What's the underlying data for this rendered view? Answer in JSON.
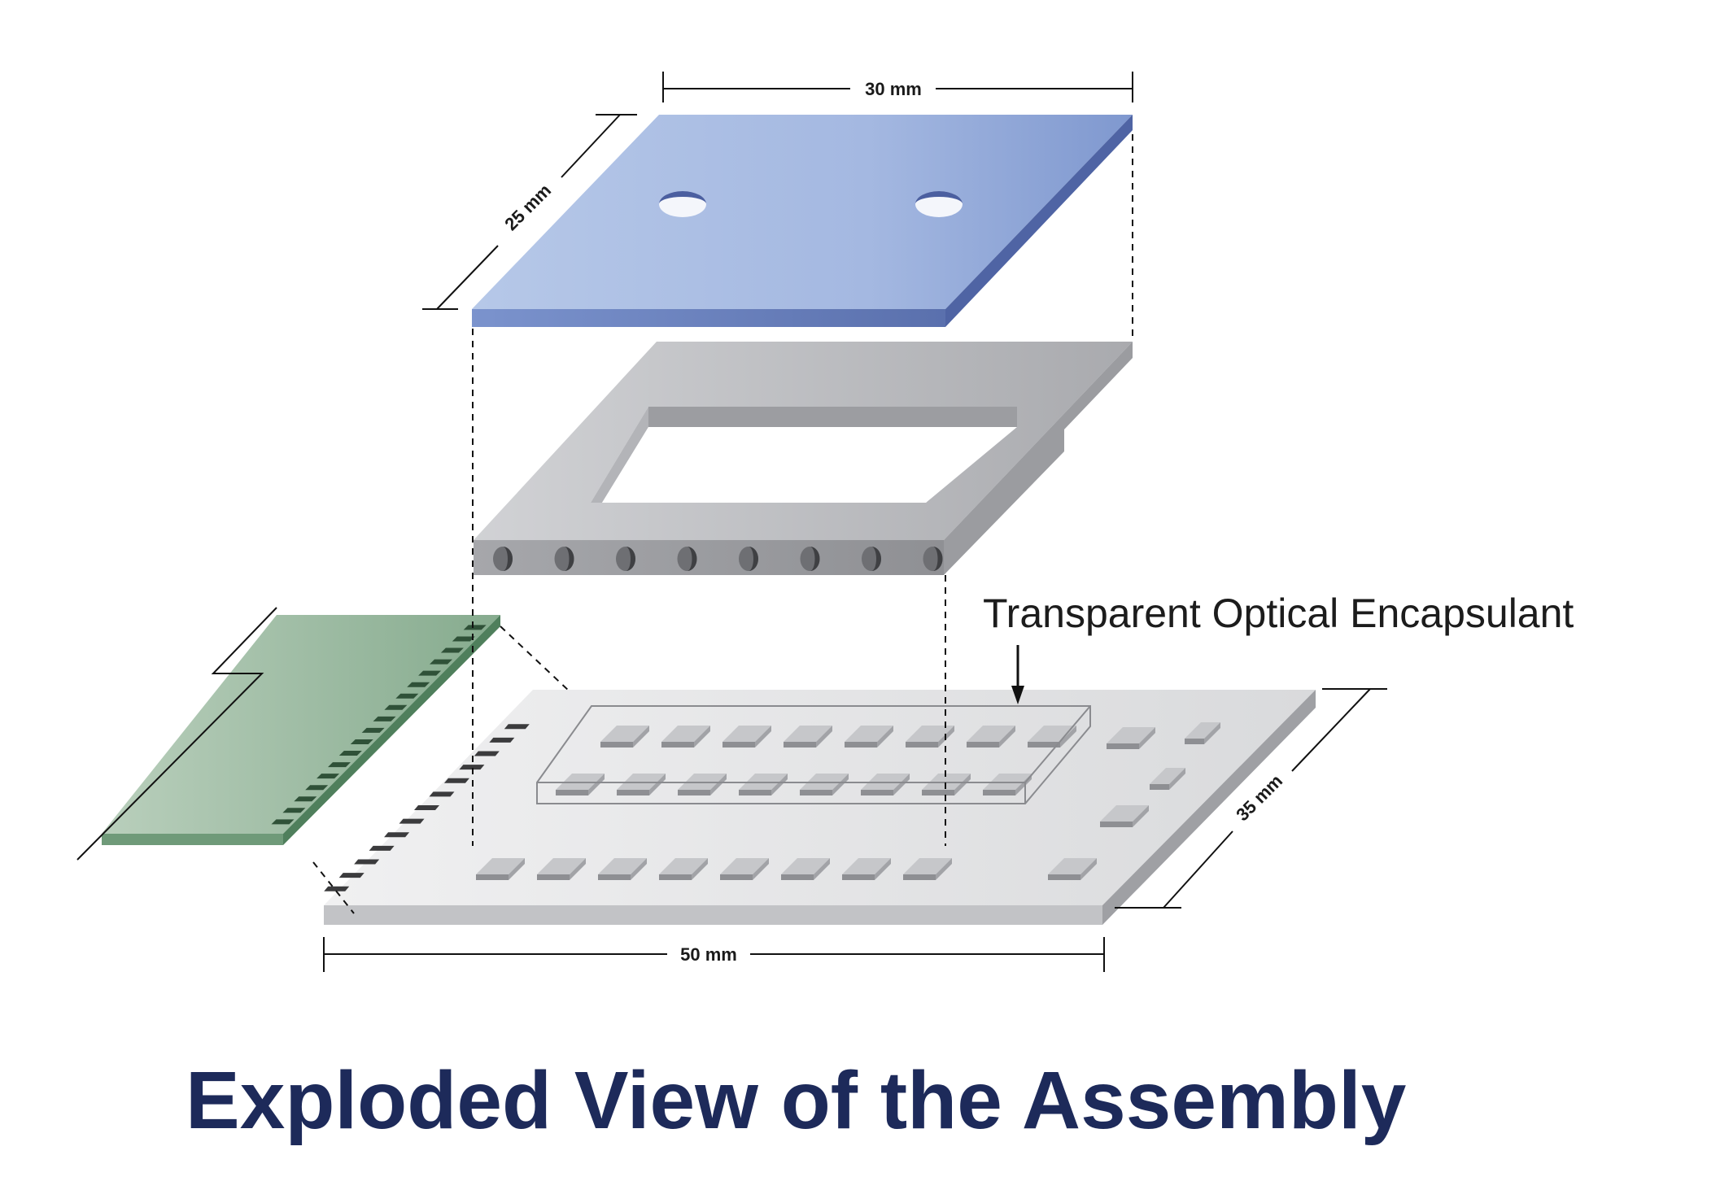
{
  "title": "Exploded View of the Assembly",
  "callout": "Transparent Optical Encapsulant",
  "dimensions": {
    "top_width": "30 mm",
    "top_depth": "25 mm",
    "base_width": "50 mm",
    "base_depth": "35 mm"
  },
  "colors": {
    "title": "#1d2a5a",
    "top_plate": "#a7bce2",
    "frame": "#c4c5c9",
    "base": "#e3e4e6",
    "pcb": "#9fbea5"
  }
}
